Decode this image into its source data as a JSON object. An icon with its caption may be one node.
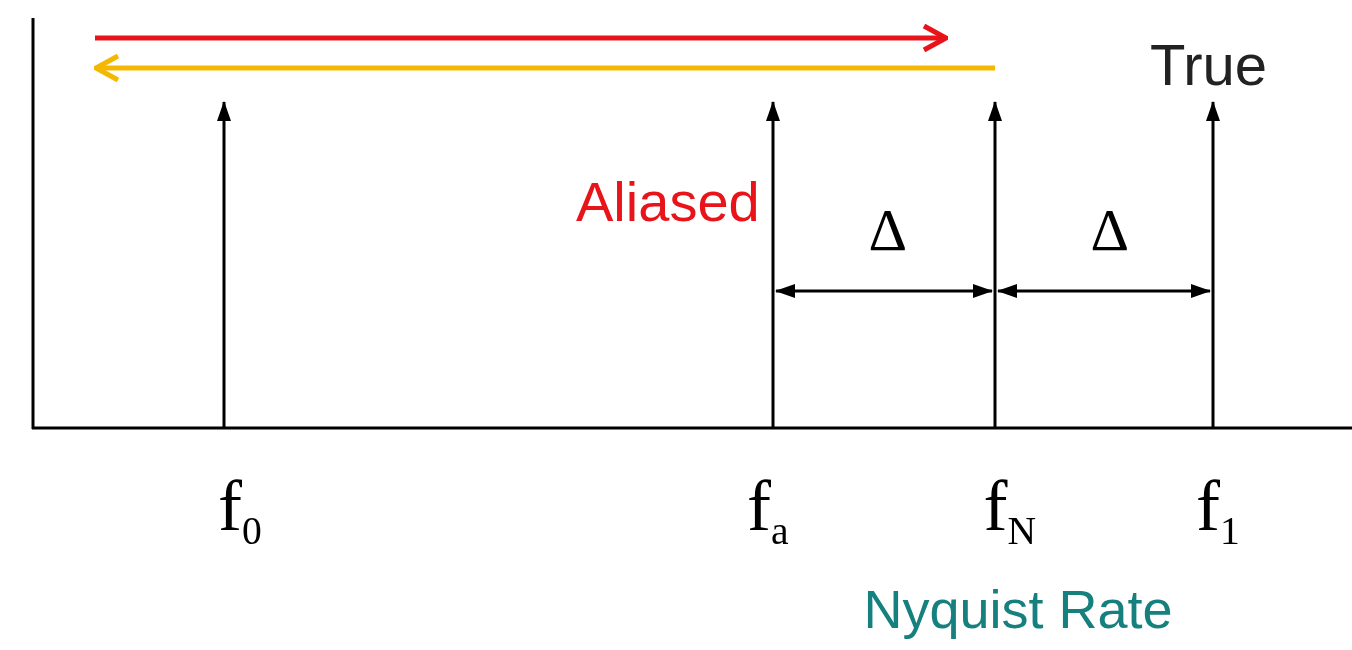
{
  "diagram": {
    "labels": [
      "True",
      "Aliased",
      "Δ",
      "Δ",
      "f$_{0}$",
      "f$_{a}$",
      "f$_{N}$",
      "f$_{1}$",
      "Nyquist Rate"
    ]
  }
}
